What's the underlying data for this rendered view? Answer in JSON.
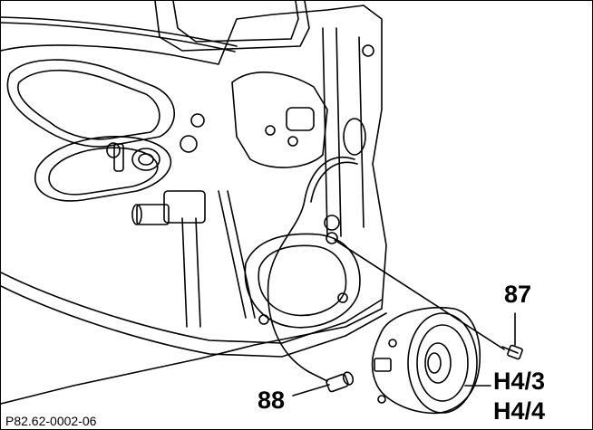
{
  "callouts": {
    "bolt": "87",
    "plug": "88",
    "speaker_upper": "H4/3",
    "speaker_lower": "H4/4"
  },
  "reference_code": "P82.62-0002-06",
  "colors": {
    "line": "#000000",
    "background": "#ffffff"
  }
}
